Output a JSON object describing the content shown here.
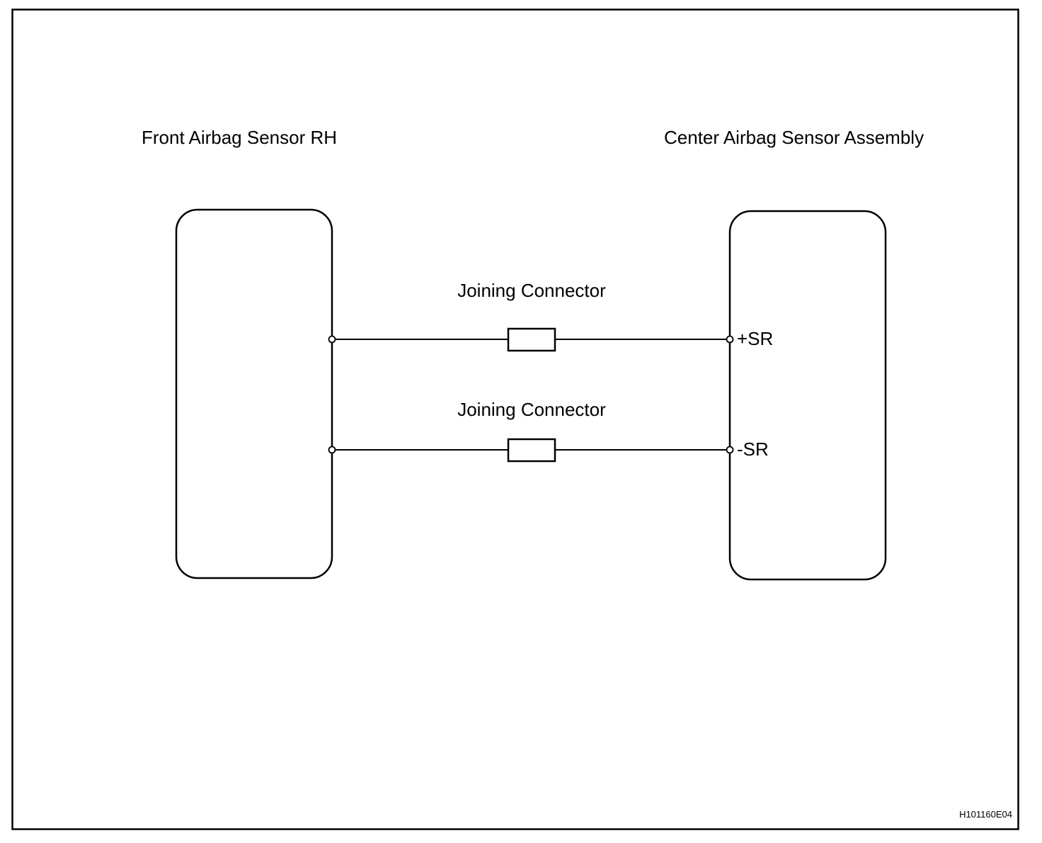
{
  "diagram": {
    "components": {
      "left_name": "Front Airbag Sensor RH",
      "right_name": "Center Airbag Sensor Assembly"
    },
    "wires": [
      {
        "connector_label": "Joining Connector",
        "right_pin": "+SR"
      },
      {
        "connector_label": "Joining Connector",
        "right_pin": "-SR"
      }
    ],
    "figure_code": "H101160E04",
    "colors": {
      "line": "#000000",
      "background": "#ffffff"
    }
  }
}
